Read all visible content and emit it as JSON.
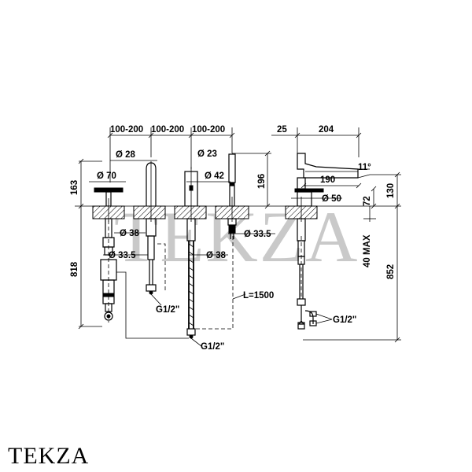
{
  "watermark": "TEKZA",
  "brand": "TEKZA",
  "dimensions": {
    "spacing_1": "100-200",
    "spacing_2": "100-200",
    "spacing_3": "100-200",
    "spout_top_offset": "25",
    "spout_length": "204",
    "diam_28": "28",
    "diam_70": "70",
    "diam_23": "23",
    "diam_42": "42",
    "height_163": "163",
    "height_196": "196",
    "reach_190": "190",
    "angle_11": "11°",
    "diam_50": "50",
    "height_130": "130",
    "height_72": "72",
    "diam_38_left": "38",
    "diam_33_5_left": "33.5",
    "diam_33_5_right": "33.5",
    "diam_38_mid": "38",
    "length_818": "818",
    "max_40": "40 MAX",
    "length_852": "852",
    "hose_length": "L=1500",
    "thread_1": "G1/2\"",
    "thread_2": "G1/2\"",
    "thread_3": "G1/2\""
  }
}
